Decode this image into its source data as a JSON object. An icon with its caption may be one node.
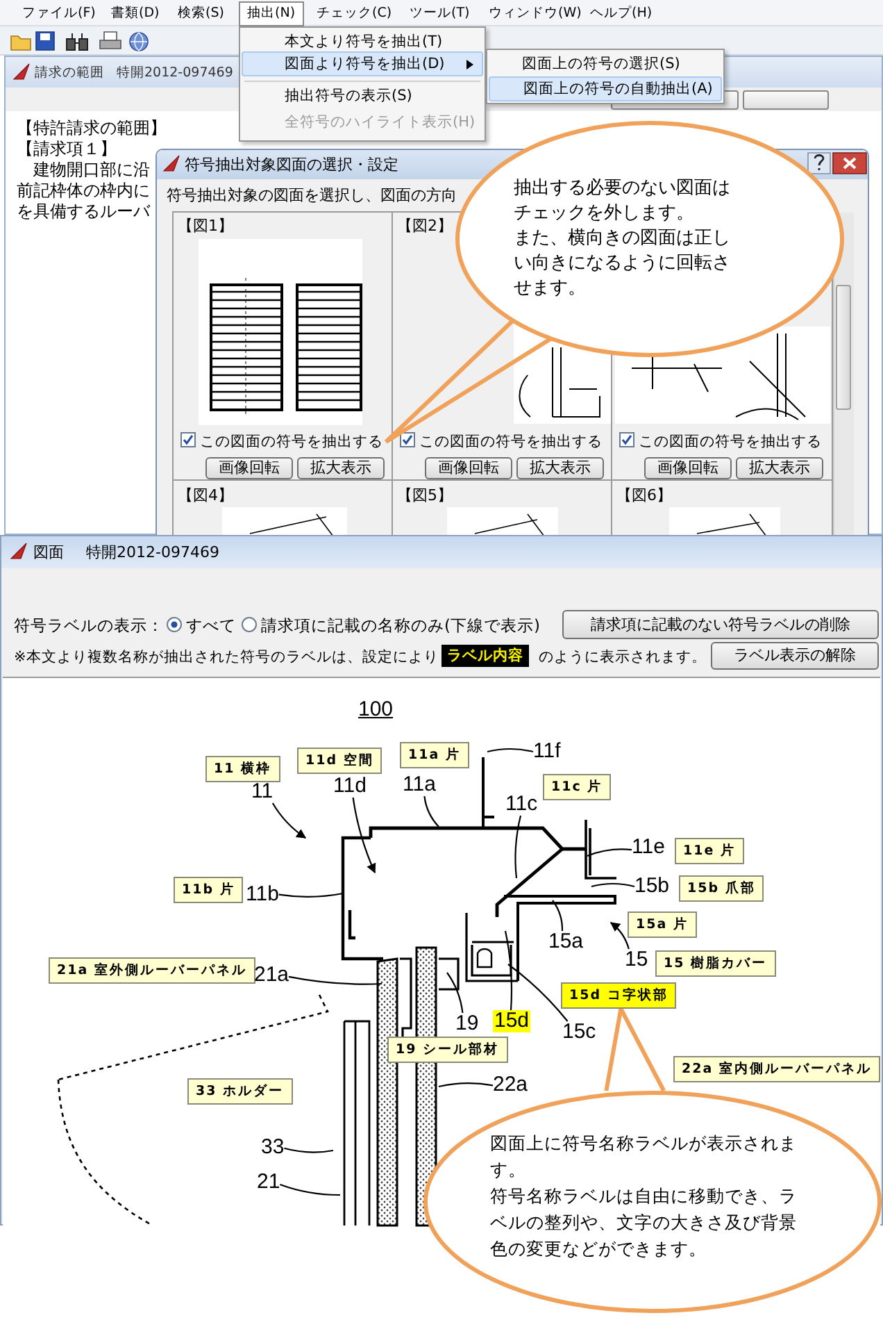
{
  "diagram": {
    "nodes": [
      {
        "text": [
          "抽出する必要のない図面はチェックを外します。",
          "また、横向きの図面は正しい向きになるように回転させます。"
        ]
      },
      {
        "text": [
          "11 横枠"
        ]
      },
      {
        "text": [
          "11d 空間"
        ]
      },
      {
        "text": [
          "11a 片"
        ]
      },
      {
        "text": [
          "11f"
        ]
      },
      {
        "text": [
          "11c 片"
        ]
      },
      {
        "text": [
          "11"
        ]
      },
      {
        "text": [
          "11d"
        ]
      },
      {
        "text": [
          "11a"
        ]
      },
      {
        "text": [
          "11c"
        ]
      },
      {
        "text": [
          "11e"
        ]
      },
      {
        "text": [
          "11e 片"
        ]
      },
      {
        "text": [
          "11b 片"
        ]
      },
      {
        "text": [
          "11b"
        ]
      },
      {
        "text": [
          "15b"
        ]
      },
      {
        "text": [
          "15b 爪部"
        ]
      },
      {
        "text": [
          "15a 片"
        ]
      },
      {
        "text": [
          "15a"
        ]
      },
      {
        "text": [
          "15"
        ]
      },
      {
        "text": [
          "15 樹脂カバー"
        ]
      },
      {
        "text": [
          "21a 室外側ルーバーパネル"
        ]
      },
      {
        "text": [
          "21a"
        ]
      },
      {
        "text": [
          "15d コ字状部"
        ]
      },
      {
        "text": [
          "19"
        ]
      },
      {
        "text": [
          "15d"
        ]
      },
      {
        "text": [
          "15c"
        ]
      },
      {
        "text": [
          "19 シール部材"
        ]
      },
      {
        "text": [
          "22a"
        ]
      },
      {
        "text": [
          "22a 室内側ルーバーパネル"
        ]
      },
      {
        "text": [
          "33 ホルダー"
        ]
      },
      {
        "text": [
          "33"
        ]
      },
      {
        "text": [
          "21"
        ]
      },
      {
        "text": [
          "図面上に符号名称ラベルが表示されます。",
          "符号名称ラベルは自由に移動でき、ラベルの整列や、文字の大きさ及び背景色の変更などができます。"
        ]
      }
    ],
    "edges": [
      {
        "from": 0,
        "to": null,
        "arrow": "none",
        "style": "thick",
        "color": "#f0a15a"
      },
      {
        "from": 6,
        "to": null,
        "arrow": "to"
      },
      {
        "from": 7,
        "to": null,
        "arrow": "to"
      },
      {
        "from": 8,
        "to": null,
        "arrow": "none"
      },
      {
        "from": 4,
        "to": null,
        "arrow": "none"
      },
      {
        "from": 9,
        "to": null,
        "arrow": "none"
      },
      {
        "from": 10,
        "to": null,
        "arrow": "none"
      },
      {
        "from": 13,
        "to": null,
        "arrow": "none"
      },
      {
        "from": 14,
        "to": null,
        "arrow": "none"
      },
      {
        "from": 17,
        "to": null,
        "arrow": "none"
      },
      {
        "from": 18,
        "to": null,
        "arrow": "to"
      },
      {
        "from": 21,
        "to": null,
        "arrow": "none"
      },
      {
        "from": 23,
        "to": null,
        "arrow": "none"
      },
      {
        "from": 24,
        "to": null,
        "arrow": "none"
      },
      {
        "from": 25,
        "to": null,
        "arrow": "none"
      },
      {
        "from": 27,
        "to": null,
        "arrow": "none"
      },
      {
        "from": 30,
        "to": null,
        "arrow": "none"
      },
      {
        "from": 31,
        "to": null,
        "arrow": "none"
      },
      {
        "from": 32,
        "to": 22,
        "arrow": "none",
        "style": "thick",
        "color": "#f0a15a"
      }
    ],
    "labels": [
      "ファイル(F)",
      "書類(D)",
      "検索(S)",
      "抽出(N)",
      "チェック(C)",
      "ツール(T)",
      "ウィンドウ(W)",
      "ヘルプ(H)",
      "本文より符号を抽出(T)",
      "図面より符号を抽出(D)",
      "図面上の符号の選択(S)",
      "図面上の符号の自動抽出(A)",
      "抽出符号の表示(S)",
      "全符号のハイライト表示(H)",
      "請求の範囲",
      "特開2012-097469",
      "【特許請求の範囲】",
      "【請求項１】",
      "建物開口部に沿",
      "前記枠体の枠内に",
      "を具備するルーバ",
      "符号抽出対象図面の選択・設定",
      "符号抽出対象の図面を選択し、図面の方向",
      "【図1】",
      "【図2】",
      "この図面の符号を抽出する",
      "この図面の符号を抽出する",
      "この図面の符号を抽出する",
      "画像回転",
      "拡大表示",
      "画像回転",
      "拡大表示",
      "画像回転",
      "拡大表示",
      "【図4】",
      "【図5】",
      "【図6】",
      "図面",
      "特開2012-097469",
      "符号ラベルの表示：",
      "すべて",
      "請求項に記載の名称のみ(下線で表示)",
      "請求項に記載のない符号ラベルの削除",
      "※本文より複数名称が抽出された符号のラベルは、設定により",
      "ラベル内容",
      "のように表示されます。",
      "ラベル表示の解除",
      "100"
    ]
  }
}
